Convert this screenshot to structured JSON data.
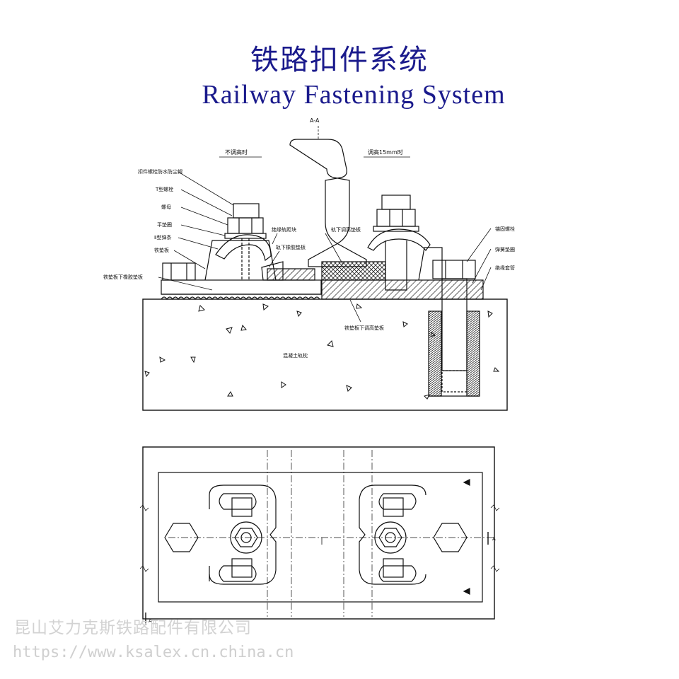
{
  "title": {
    "zh": "铁路扣件系统",
    "en": "Railway Fastening System"
  },
  "section_view": {
    "section_mark": "A-A",
    "left_caption": "不调高时",
    "right_caption": "调高15mm时",
    "left_labels": [
      "扣件螺栓防水防尘帽",
      "T型螺栓",
      "螺母",
      "平垫圈",
      "Ⅱ型弹条",
      "铁垫板",
      "铁垫板下橡胶垫板"
    ],
    "center_labels": [
      "绝缘轨距块",
      "轨下橡胶垫板",
      "轨下调高垫板"
    ],
    "right_labels": [
      "锚固螺栓",
      "弹簧垫圈",
      "绝缘套管"
    ],
    "bottom_labels": [
      "铁垫板下调高垫板",
      "混凝土轨枕"
    ]
  },
  "plan_view": {
    "section_mark_right": "A",
    "section_mark_left": "A"
  },
  "watermark": {
    "company": "昆山艾力克斯铁路配件有限公司",
    "url": "https://www.ksalex.cn.china.cn"
  }
}
